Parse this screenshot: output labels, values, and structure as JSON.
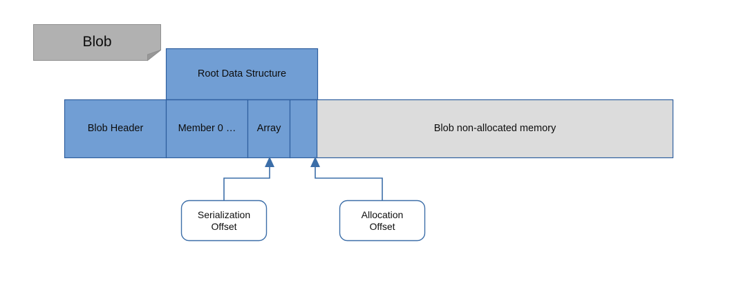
{
  "diagram": {
    "title_note": {
      "label": "Blob",
      "shape": "folded-corner-note",
      "fill": "#B1B1B1",
      "border": "#8C8C8C",
      "fold_fill": "#9A9A9A"
    },
    "colors": {
      "allocated_fill": "#719ED4",
      "allocated_border": "#2E5E9E",
      "free_fill": "#DCDCDC",
      "free_border": "#2E5E9E",
      "connector": "#3C6EA8",
      "callout_fill": "#FFFFFF",
      "callout_border": "#3C6EA8",
      "text": "#0D0D0D"
    },
    "root_structure": {
      "label": "Root Data Structure"
    },
    "memory_bar": {
      "segments": [
        {
          "key": "blob-header",
          "label": "Blob Header",
          "kind": "allocated"
        },
        {
          "key": "member-0",
          "label": "Member 0 …",
          "kind": "allocated"
        },
        {
          "key": "array",
          "label": "Array",
          "kind": "allocated"
        },
        {
          "key": "unnamed-allocated",
          "label": "",
          "kind": "allocated"
        },
        {
          "key": "non-allocated",
          "label": "Blob non-allocated memory",
          "kind": "free"
        }
      ]
    },
    "callouts": [
      {
        "key": "serialization-offset",
        "label": "Serialization\nOffset",
        "points_to": "array"
      },
      {
        "key": "allocation-offset",
        "label": "Allocation\nOffset",
        "points_to": "unnamed-allocated"
      }
    ]
  }
}
